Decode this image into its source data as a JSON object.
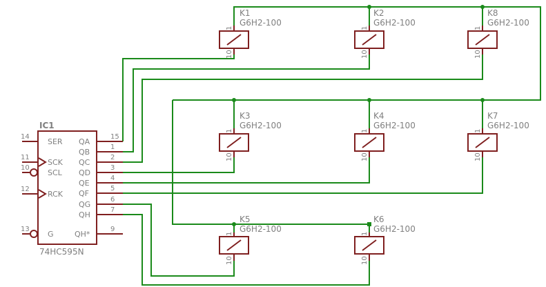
{
  "colors": {
    "background": "#ffffff",
    "wire": "#1a8a1a",
    "component": "#7f1f1f",
    "text": "#7f7f7f"
  },
  "ic": {
    "name": "IC1",
    "value": "74HC595N",
    "pins": {
      "ser": {
        "label": "SER",
        "number": "14"
      },
      "sck": {
        "label": "SCK",
        "number": "11"
      },
      "scl": {
        "label": "SCL",
        "number": "10"
      },
      "rck": {
        "label": "RCK",
        "number": "12"
      },
      "g": {
        "label": "G",
        "number": "13"
      },
      "qa": {
        "label": "QA",
        "number": "15"
      },
      "qb": {
        "label": "QB",
        "number": "1"
      },
      "qc": {
        "label": "QC",
        "number": "2"
      },
      "qd": {
        "label": "QD",
        "number": "3"
      },
      "qe": {
        "label": "QE",
        "number": "4"
      },
      "qf": {
        "label": "QF",
        "number": "5"
      },
      "qg": {
        "label": "QG",
        "number": "6"
      },
      "qh": {
        "label": "QH",
        "number": "7"
      },
      "qhs": {
        "label": "QH*",
        "number": "9"
      }
    }
  },
  "relays": [
    {
      "name": "K1",
      "value": "G6H2-100",
      "pin_top": "1",
      "pin_bottom": "10"
    },
    {
      "name": "K2",
      "value": "G6H2-100",
      "pin_top": "1",
      "pin_bottom": "10"
    },
    {
      "name": "K8",
      "value": "G6H2-100",
      "pin_top": "1",
      "pin_bottom": "10"
    },
    {
      "name": "K3",
      "value": "G6H2-100",
      "pin_top": "1",
      "pin_bottom": "10"
    },
    {
      "name": "K4",
      "value": "G6H2-100",
      "pin_top": "1",
      "pin_bottom": "10"
    },
    {
      "name": "K7",
      "value": "G6H2-100",
      "pin_top": "1",
      "pin_bottom": "10"
    },
    {
      "name": "K5",
      "value": "G6H2-100",
      "pin_top": "1",
      "pin_bottom": "10"
    },
    {
      "name": "K6",
      "value": "G6H2-100",
      "pin_top": "1",
      "pin_bottom": "10"
    }
  ]
}
